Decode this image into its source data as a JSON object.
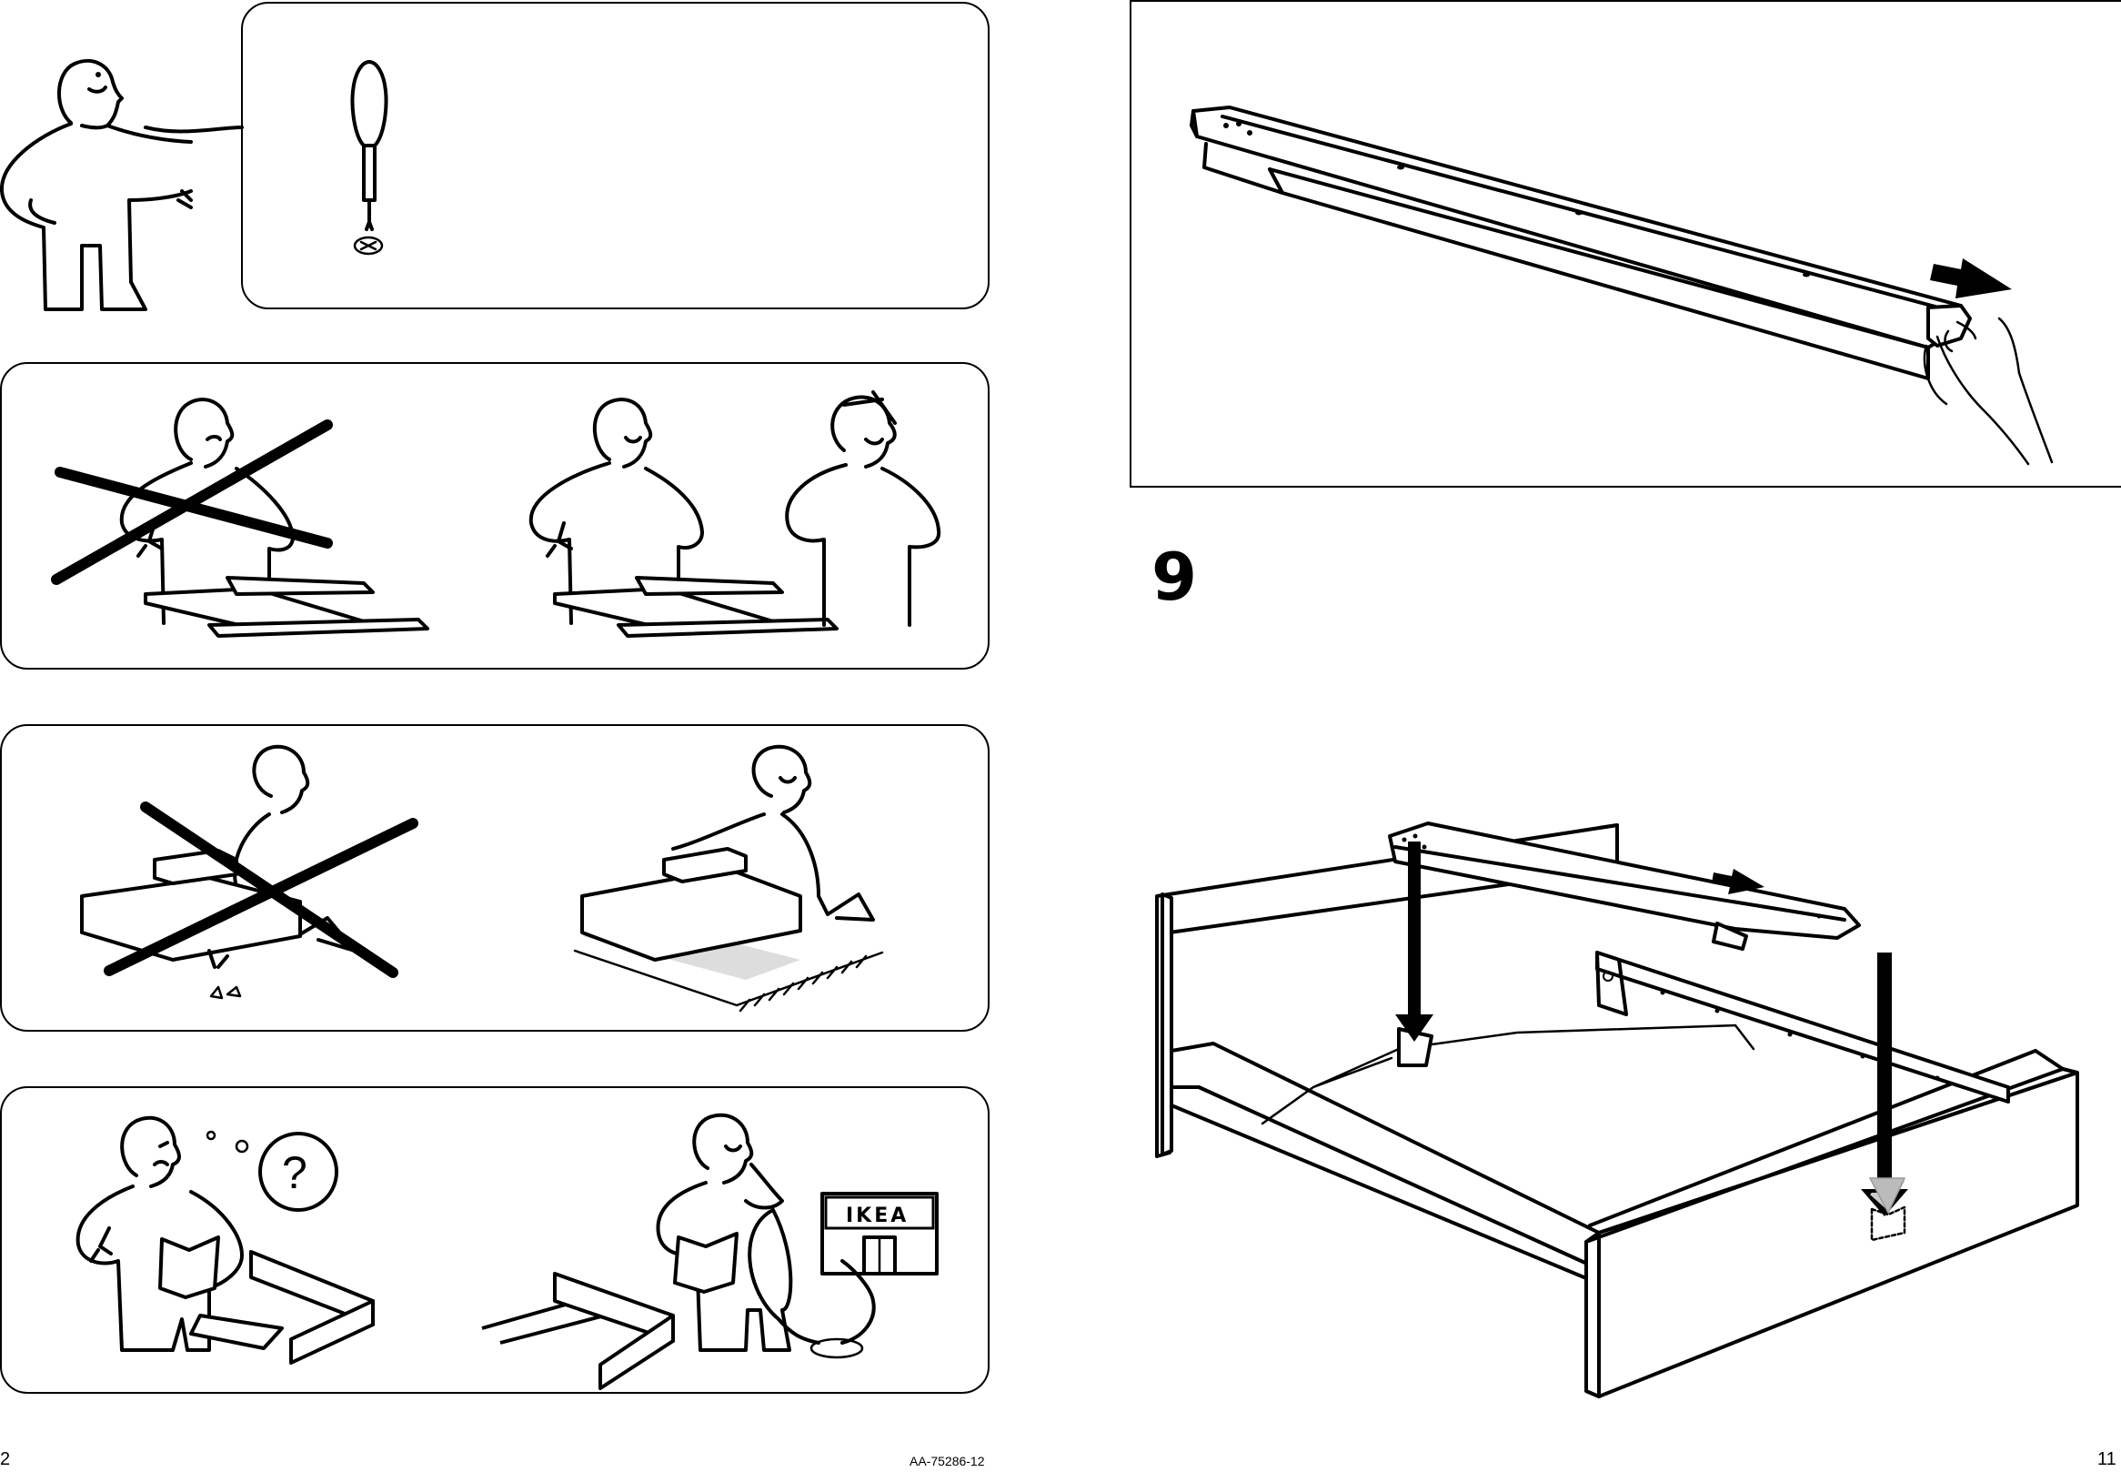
{
  "page": {
    "left_page_number": "2",
    "right_page_number": "11",
    "document_id": "AA-75286-12",
    "step_number": "9"
  },
  "sign": {
    "store_label": "IKEA"
  },
  "help": {
    "question_mark": "?"
  },
  "icons": {
    "tool": "screwdriver-icon",
    "screw_head": "phillips-screw-icon"
  }
}
